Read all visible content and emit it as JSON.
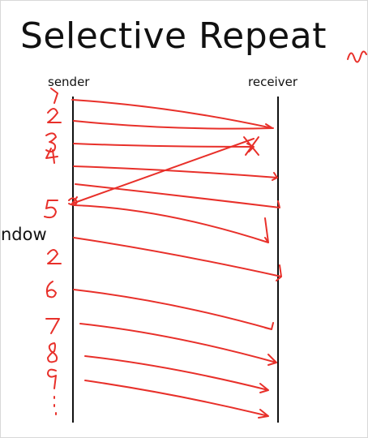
{
  "title": "Selective Repeat",
  "labels": {
    "sender": "sender",
    "receiver": "receiver"
  },
  "cut_word": "ndow",
  "handwritten_numbers": [
    "1",
    "2",
    "3",
    "4",
    "5",
    "2",
    "6",
    "7",
    "8",
    "9",
    "..."
  ],
  "colors": {
    "ink": "#e8302a",
    "text": "#111111",
    "timeline": "#111111"
  }
}
